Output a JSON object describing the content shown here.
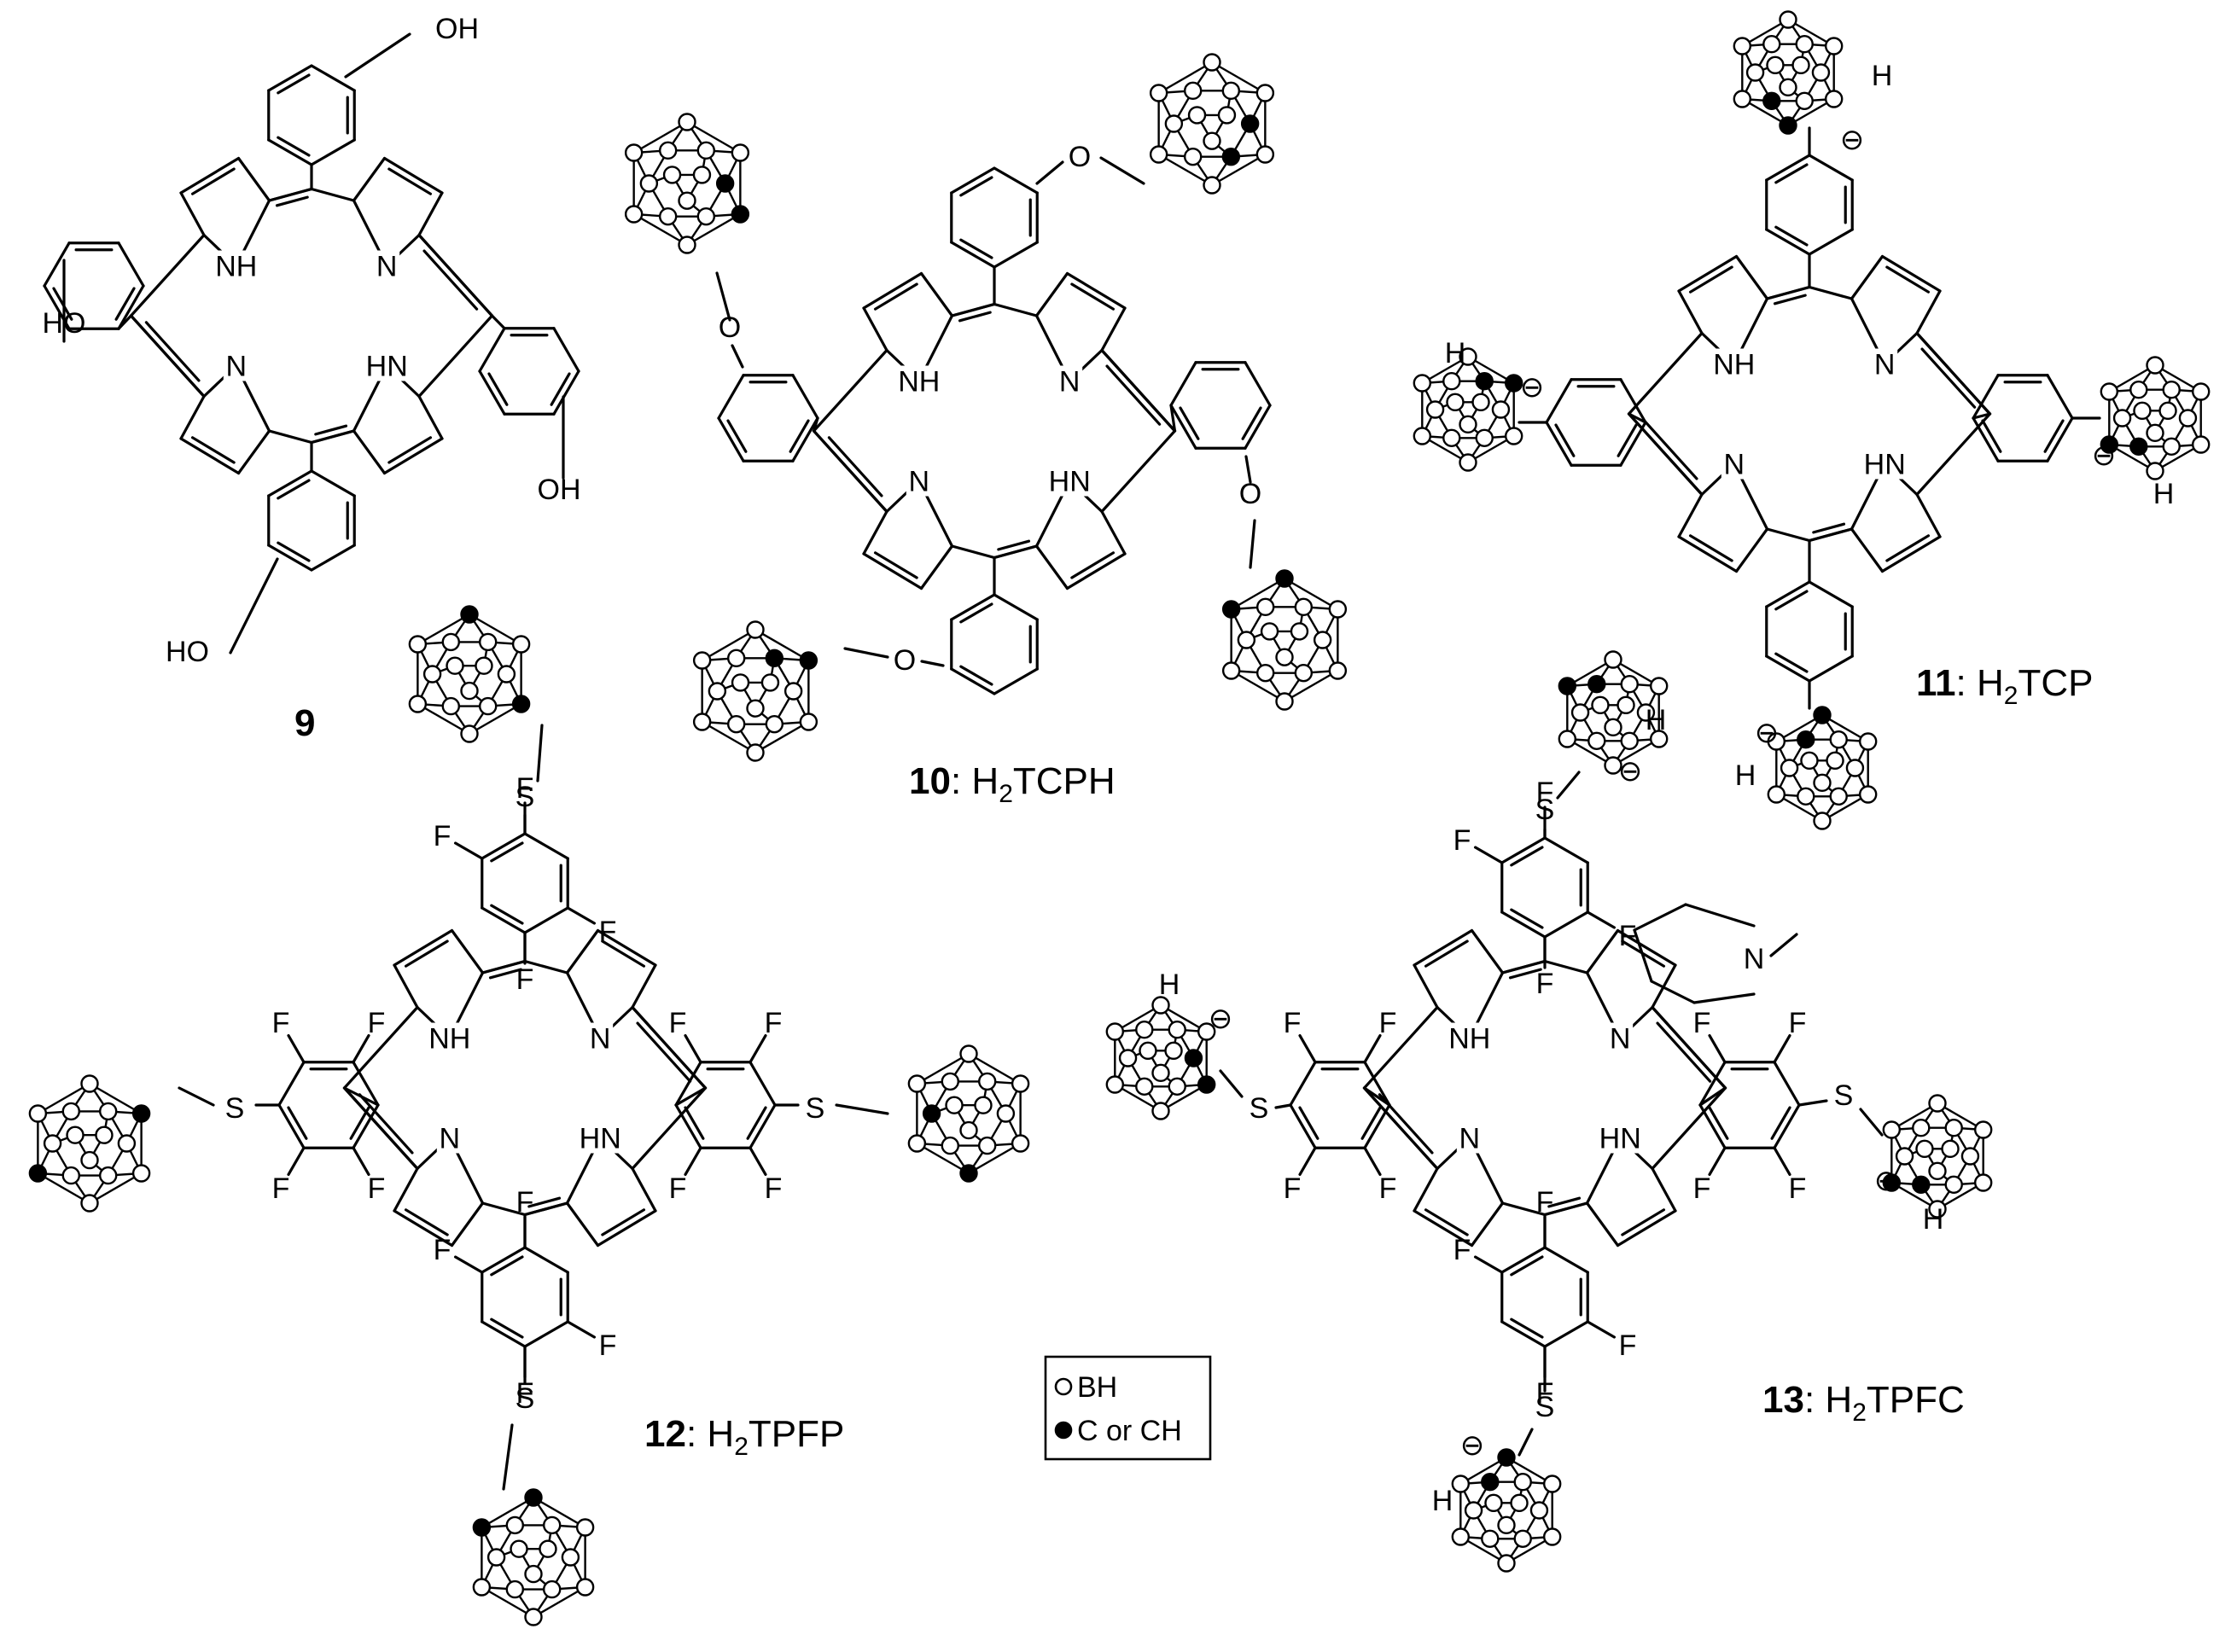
{
  "atoms": {
    "OH": "OH",
    "HO": "HO",
    "NH": "NH",
    "HN": "HN",
    "N": "N",
    "O": "O",
    "S": "S",
    "F": "F",
    "H": "H",
    "minus": "⊖"
  },
  "compounds": [
    {
      "number": "9",
      "name": ""
    },
    {
      "number": "10",
      "name_prefix": ": H",
      "name_sub": "2",
      "name_suffix": "TCPH"
    },
    {
      "number": "11",
      "name_prefix": ": H",
      "name_sub": "2",
      "name_suffix": "TCP"
    },
    {
      "number": "12",
      "name_prefix": ": H",
      "name_sub": "2",
      "name_suffix": "TPFP"
    },
    {
      "number": "13",
      "name_prefix": ": H",
      "name_sub": "2",
      "name_suffix": "TPFC"
    }
  ],
  "legend": {
    "open_label": "BH",
    "filled_label": "C or CH"
  }
}
